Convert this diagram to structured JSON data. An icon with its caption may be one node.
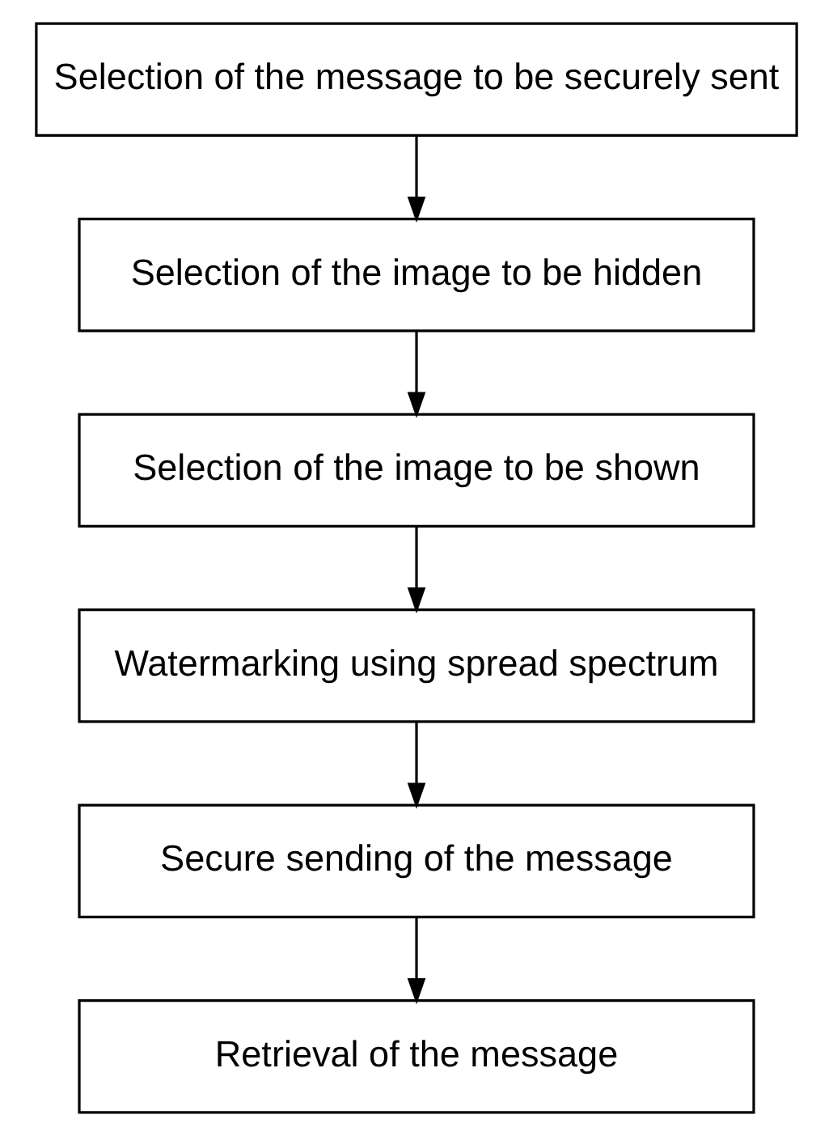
{
  "diagram": {
    "nodes": [
      {
        "text": [
          "Selection of the message to be securely sent"
        ]
      },
      {
        "text": [
          "Selection of the image to be hidden"
        ]
      },
      {
        "text": [
          "Selection of the image to be shown"
        ]
      },
      {
        "text": [
          "Watermarking using spread spectrum"
        ]
      },
      {
        "text": [
          "Secure sending of the message"
        ]
      },
      {
        "text": [
          "Retrieval of the message"
        ]
      }
    ],
    "edges": [
      {
        "from": 0,
        "to": 1,
        "arrow": "to"
      },
      {
        "from": 1,
        "to": 2,
        "arrow": "to"
      },
      {
        "from": 2,
        "to": 3,
        "arrow": "to"
      },
      {
        "from": 3,
        "to": 4,
        "arrow": "to"
      },
      {
        "from": 4,
        "to": 5,
        "arrow": "to"
      }
    ]
  }
}
